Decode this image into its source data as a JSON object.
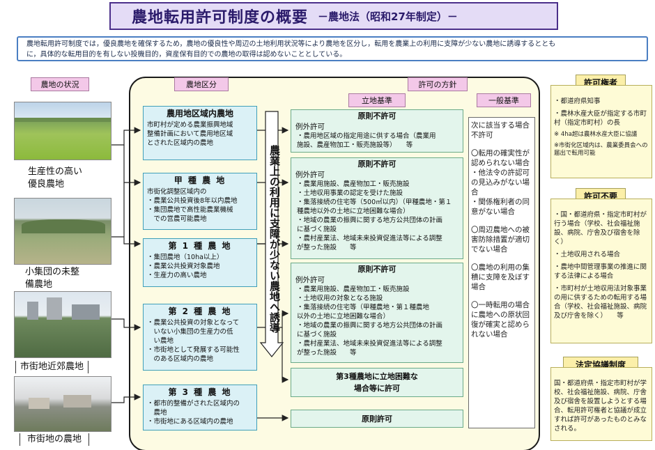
{
  "title": {
    "main": "農地転用許可制度の概要",
    "sub": "－農地法（昭和27年制定）－"
  },
  "intro": {
    "line1": "農地転用許可制度では，優良農地を確保するため，農地の優良性や周辺の土地利用状況等により農地を区分し，転用を農業上の利用に支障が少ない農地に誘導するととも",
    "line2": "に，具体的な転用目的を有しない投機目的，資産保有目的での農地の取得は認めないこととしている。"
  },
  "headers": {
    "farmland_status": "農地の状況",
    "farmland_class": "農地区分",
    "policy": "許可の方針",
    "location_criteria": "立地基準",
    "general_criteria": "一般基準",
    "authority": "許可権者",
    "no_permit": "許可不要",
    "statutory": "法定協議制度"
  },
  "photos": [
    {
      "caption_lines": [
        "生産性の高い",
        "優良農地"
      ]
    },
    {
      "caption_lines": [
        "小集団の未整",
        "備農地"
      ]
    },
    {
      "caption_lines": [
        "市街地近郊農地"
      ]
    },
    {
      "caption_lines": [
        "市街地の農地"
      ]
    }
  ],
  "categories": [
    {
      "title": "農用地区域内農地",
      "lines": [
        "市町村が定める農業振興地域",
        "整備計画において農用地区域",
        "とされた区域内の農地"
      ]
    },
    {
      "title": "甲 種 農 地",
      "lines": [
        "市街化調整区域内の",
        "・農業公共投資後8年以内農地",
        "・集団農地で高性能農業機械",
        "　での営農可能農地"
      ]
    },
    {
      "title": "第 1 種 農 地",
      "lines": [
        "・集団農地（10ha以上）",
        "・農業公共投資対象農地",
        "・生産力の高い農地"
      ]
    },
    {
      "title": "第 2 種 農 地",
      "lines": [
        "・農業公共投資の対象となって",
        "　いない小集団の生産力の低",
        "　い農地",
        "・市街地として発展する可能性",
        "　のある区域内の農地"
      ]
    },
    {
      "title": "第 3 種 農 地",
      "lines": [
        "・都市的整備がされた区域内の",
        "　農地",
        "・市街地にある区域内の農地"
      ]
    }
  ],
  "vertical_arrow_text": "農業上の利用に支障が少ない農地へ誘導",
  "location": [
    {
      "heading": "原則不許可",
      "sub": "例外許可",
      "lines": [
        "・農用地区域の指定用途に供する場合（農業用",
        "施設、農産物加工・販売施設等）　　等"
      ]
    },
    {
      "heading": "原則不許可",
      "sub": "例外許可",
      "lines": [
        "・農業用施設、農産物加工・販売施設",
        "・土地収用事業の認定を受けた施設",
        "・集落接続の住宅等（500㎡以内）（甲種農地・第１",
        "種農地以外の土地に立地困難な場合）",
        "・地域の農業の振興に関する地方公共団体の計画",
        "に基づく施設",
        "・農村産業法、地域未来投資促進法等による調整",
        "が整った施設　　等"
      ]
    },
    {
      "heading": "原則不許可",
      "sub": "例外許可",
      "lines": [
        "・農業用施設、農産物加工・販売施設",
        "・土地収用の対象となる施設",
        "・集落接続の住宅等（甲種農地・第１種農地",
        "以外の土地に立地困難な場合）",
        "・地域の農業の振興に関する地方公共団体の計画",
        "に基づく施設",
        "・農村産業法、地域未来投資促進法等による調整",
        "が整った施設　　等"
      ]
    },
    {
      "heading": "第3種農地に立地困難な",
      "heading2": "場合等に許可"
    },
    {
      "heading": "原則許可"
    }
  ],
  "general": {
    "intro": "次に該当する場合不許可",
    "items": [
      "〇転用の確実性が認められない場合\n・他法令の許認可の見込みがない場合\n・関係権利者の同意がない場合",
      "〇周辺農地への被害防除措置が適切でない場合",
      "〇農地の利用の集積に支障を及ぼす場合",
      "〇一時転用の場合に農地への原状回復が確実と認められない場合"
    ]
  },
  "authority": {
    "items": [
      "・都道府県知事",
      "・農林水産大臣が指定する市町村（指定市町村）の長"
    ],
    "notes": [
      "※ 4ha超は農林水産大臣に協議",
      "※市街化区域内は、農業委員会への届出で転用可能"
    ]
  },
  "no_permit": {
    "items": [
      "・国・都道府県・指定市町村が行う場合（学校、社会福祉施設、病院、庁舎及び宿舎を除く）",
      "・土地収用される場合",
      "・農地中間管理事業の推進に関する法律による場合",
      "・市町村が土地収用法対象事業の用に供するための転用する場合（学校、社会福祉施設、病院及び庁舎を除く）　　等"
    ]
  },
  "statutory": {
    "text": "国・都道府県・指定市町村が学校、社会福祉施設、病院、庁舎及び宿舎を設置しようとする場合、転用許可権者と協議が成立すれば許可があったものとみなされる。"
  },
  "colors": {
    "category_fill": "#dbf1f6",
    "location_fill": "#e3f5ec",
    "frame_fill": "#fdfbe3",
    "header_pink": "#f3c8e8",
    "header_yellow": "#fbefa9"
  }
}
